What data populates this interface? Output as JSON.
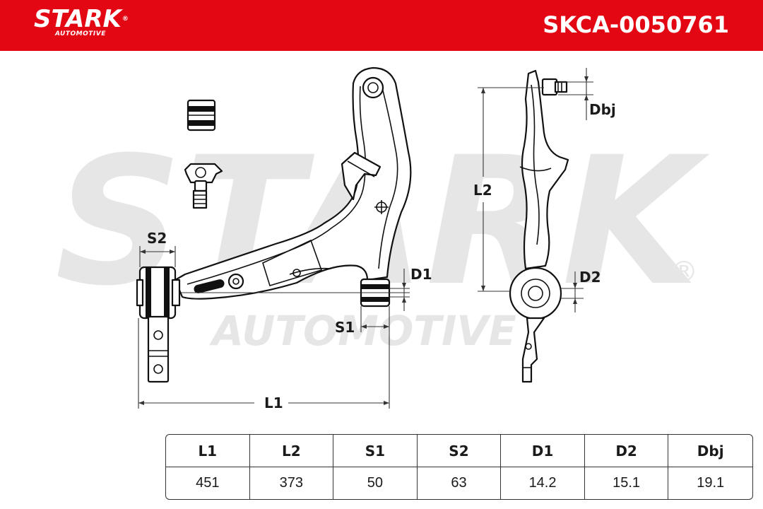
{
  "header": {
    "brand": "STARK",
    "brand_reg": "®",
    "brand_sub": "AUTOMOTIVE",
    "part_number": "SKCA-0050761",
    "background_color": "#e30613"
  },
  "watermark": {
    "main": "STARK",
    "sub": "AUTOMOTIVE",
    "reg": "®"
  },
  "dimension_labels": {
    "s2": "S2",
    "d1": "D1",
    "s1": "S1",
    "l1": "L1",
    "l2": "L2",
    "dbj": "Dbj",
    "d2": "D2"
  },
  "specs": {
    "headers": [
      "L1",
      "L2",
      "S1",
      "S2",
      "D1",
      "D2",
      "Dbj"
    ],
    "values": [
      "451",
      "373",
      "50",
      "63",
      "14.2",
      "15.1",
      "19.1"
    ]
  }
}
